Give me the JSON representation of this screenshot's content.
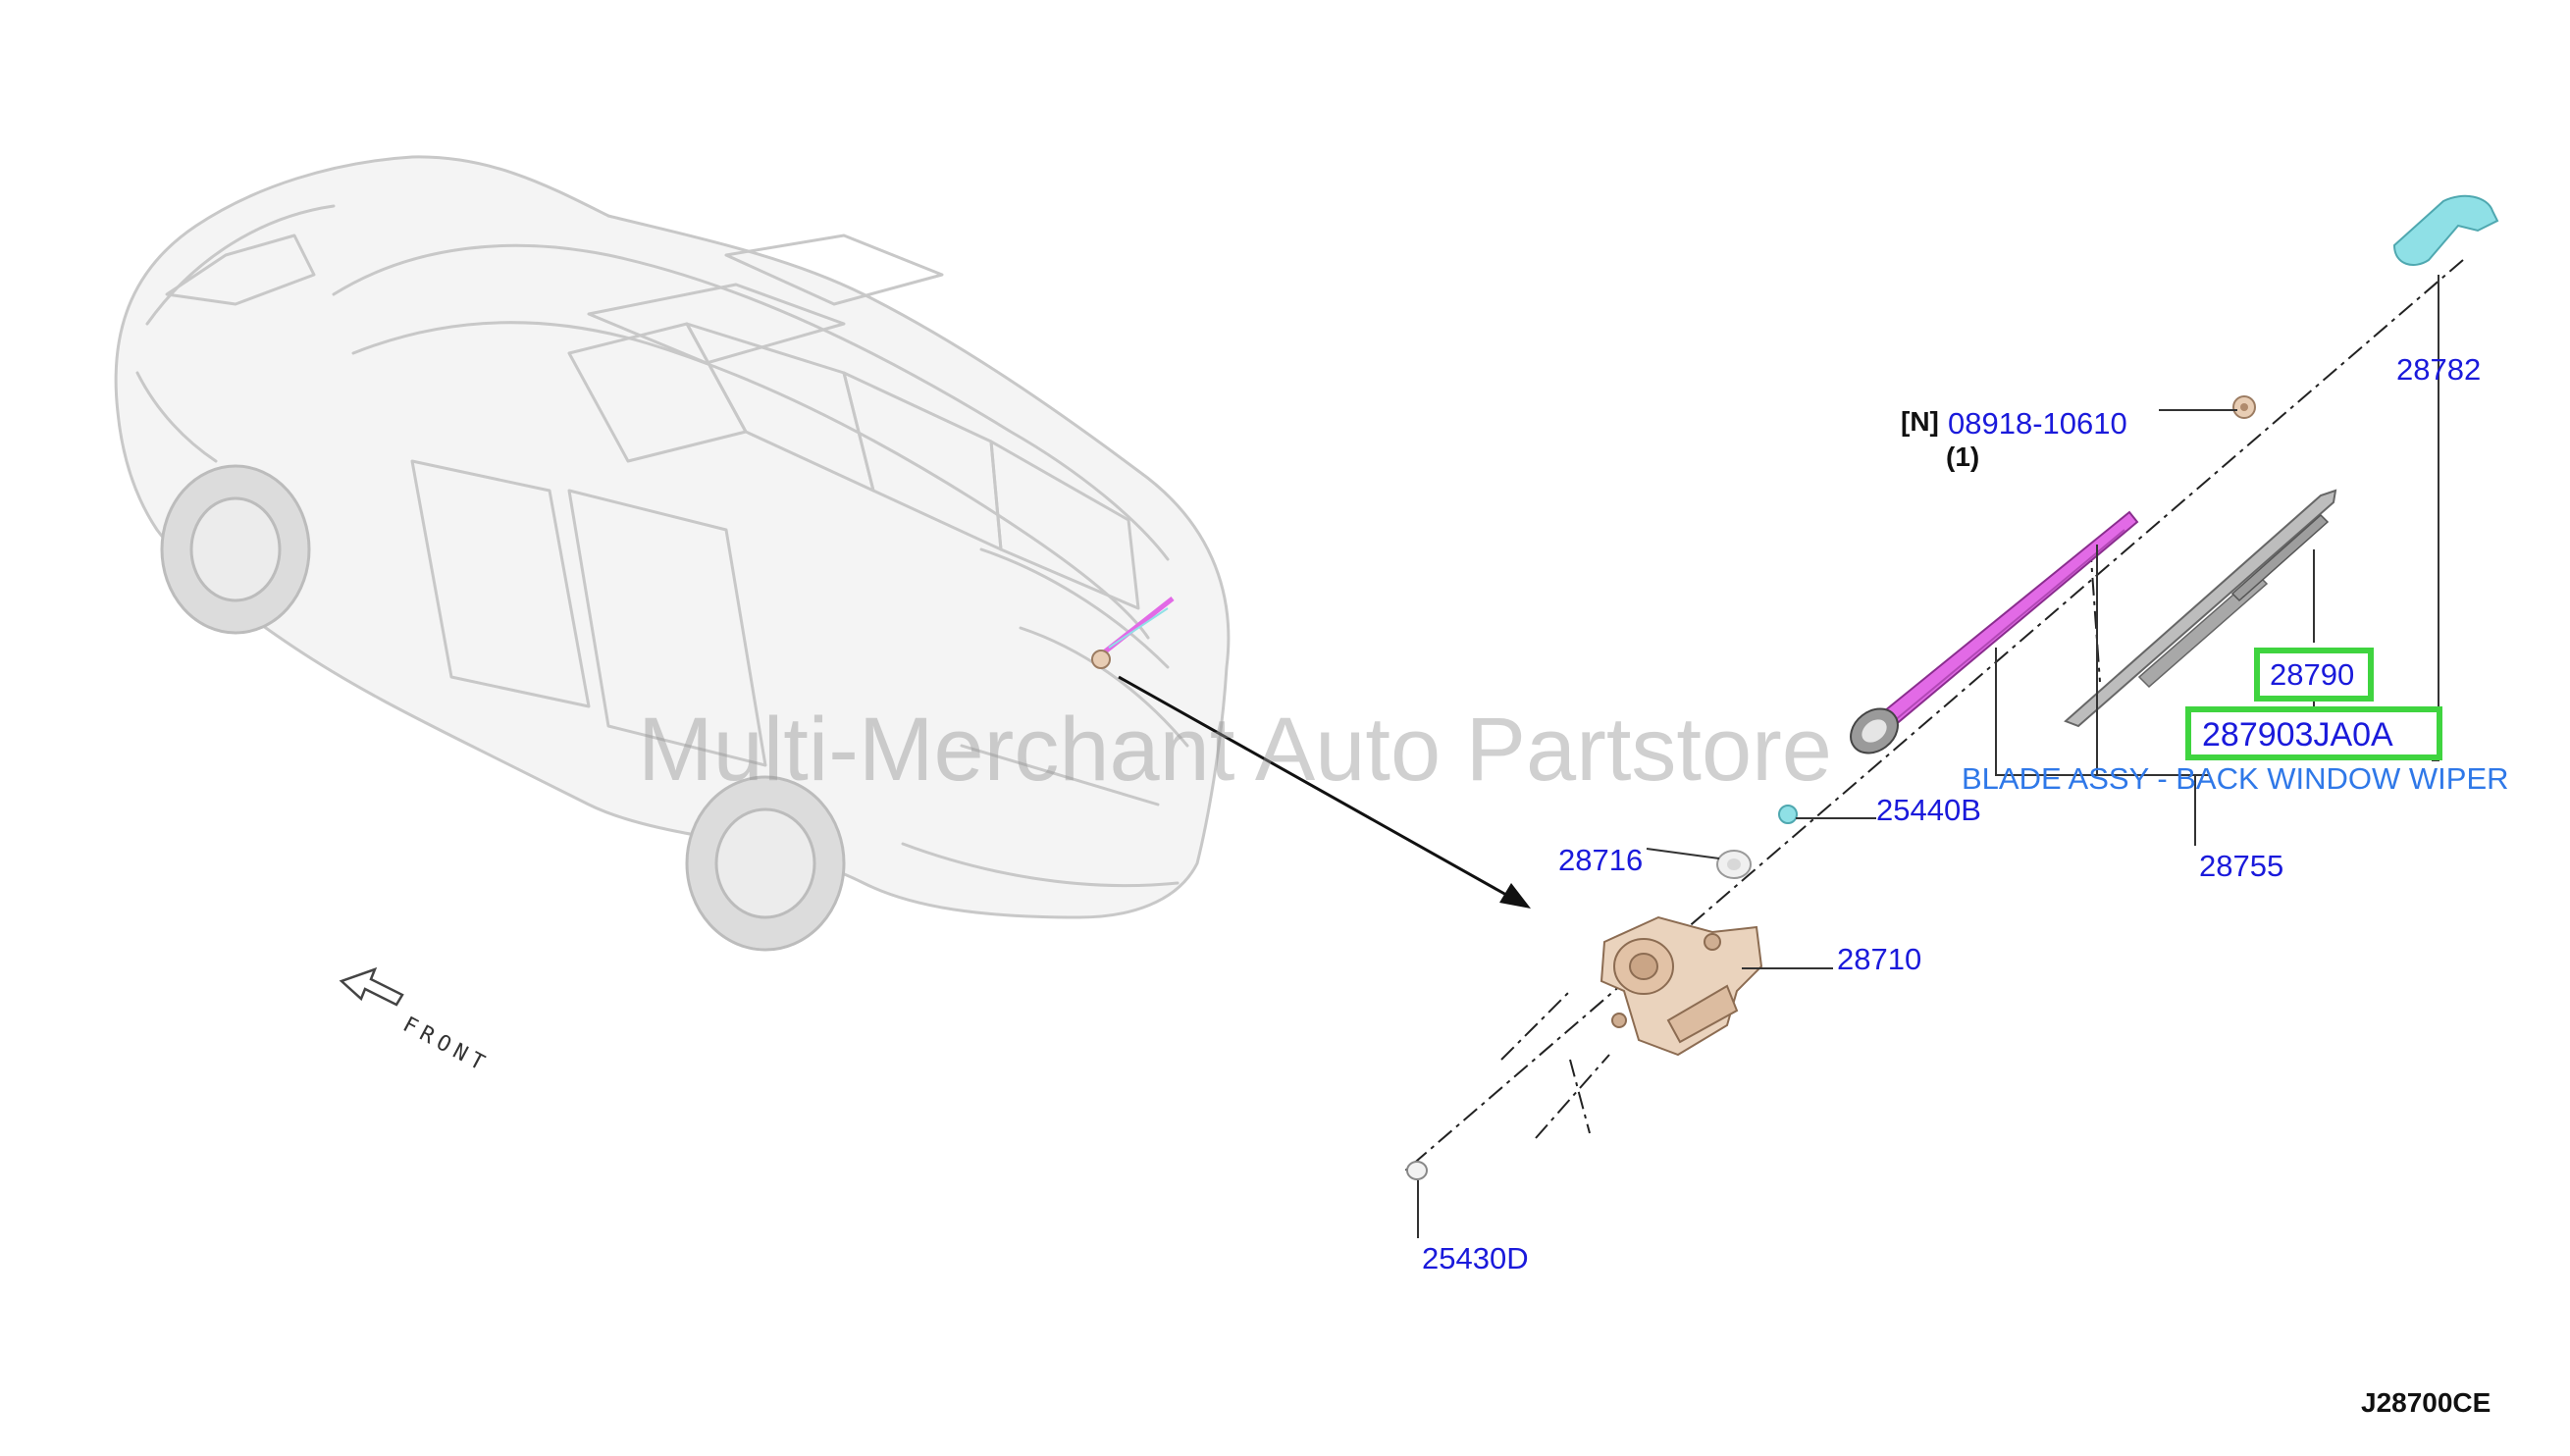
{
  "watermark": "Multi-Merchant Auto Partstore",
  "front_label": "FRONT",
  "diagram_code": "J28700CE",
  "note_marker": "[N]",
  "note_qty": "(1)",
  "description": "BLADE ASSY - BACK WINDOW WIPER",
  "highlighted_part": "287903JA0A",
  "parts": {
    "p28782": "28782",
    "p08918": "08918-10610",
    "p28790": "28790",
    "p28755": "28755",
    "p25440B": "25440B",
    "p28716": "28716",
    "p28710": "28710",
    "p25430D": "25430D"
  },
  "colors": {
    "label": "#1a1adb",
    "highlight": "#3fd43f",
    "arm": "#e26ae6",
    "cap": "#8fe0e6",
    "motor": "#e8cdb4"
  }
}
